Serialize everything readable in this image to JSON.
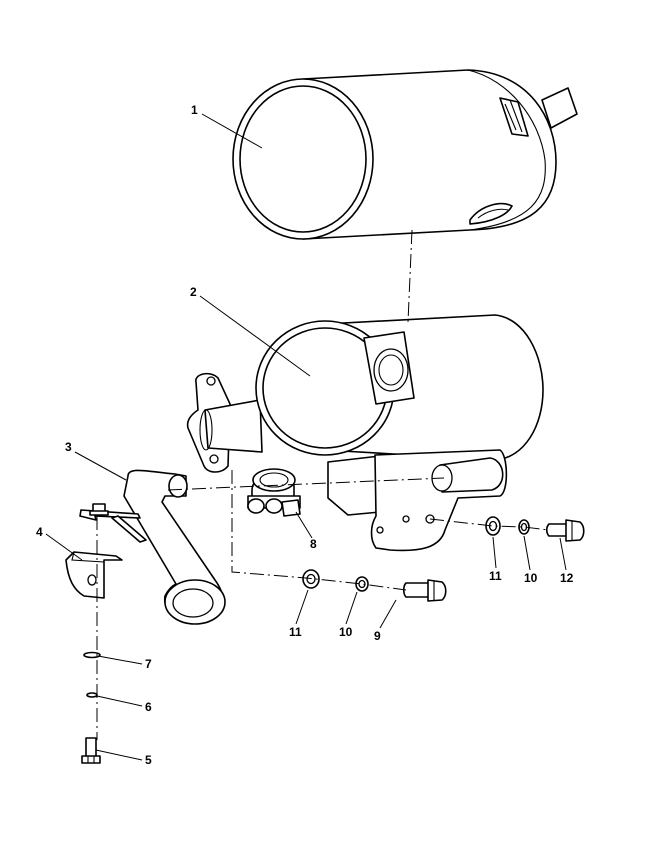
{
  "callouts": {
    "c1": "1",
    "c2": "2",
    "c3": "3",
    "c4": "4",
    "c5": "5",
    "c6": "6",
    "c7": "7",
    "c8": "8",
    "c9": "9",
    "c10a": "10",
    "c10b": "10",
    "c11a": "11",
    "c11b": "11",
    "c12": "12"
  },
  "parts": [
    {
      "ref": "1",
      "icon": "muffler-cover-shield-icon"
    },
    {
      "ref": "2",
      "icon": "muffler-icon"
    },
    {
      "ref": "3",
      "icon": "exhaust-pipe-icon"
    },
    {
      "ref": "4",
      "icon": "bracket-icon"
    },
    {
      "ref": "5",
      "icon": "bolt-icon"
    },
    {
      "ref": "6",
      "icon": "lock-washer-icon"
    },
    {
      "ref": "7",
      "icon": "flat-washer-icon"
    },
    {
      "ref": "8",
      "icon": "clamp-icon"
    },
    {
      "ref": "9",
      "icon": "bolt-icon"
    },
    {
      "ref": "10",
      "icon": "lock-washer-icon"
    },
    {
      "ref": "11",
      "icon": "flat-washer-icon"
    },
    {
      "ref": "12",
      "icon": "bolt-icon"
    }
  ],
  "colors": {
    "line": "#000000",
    "background": "#ffffff"
  }
}
